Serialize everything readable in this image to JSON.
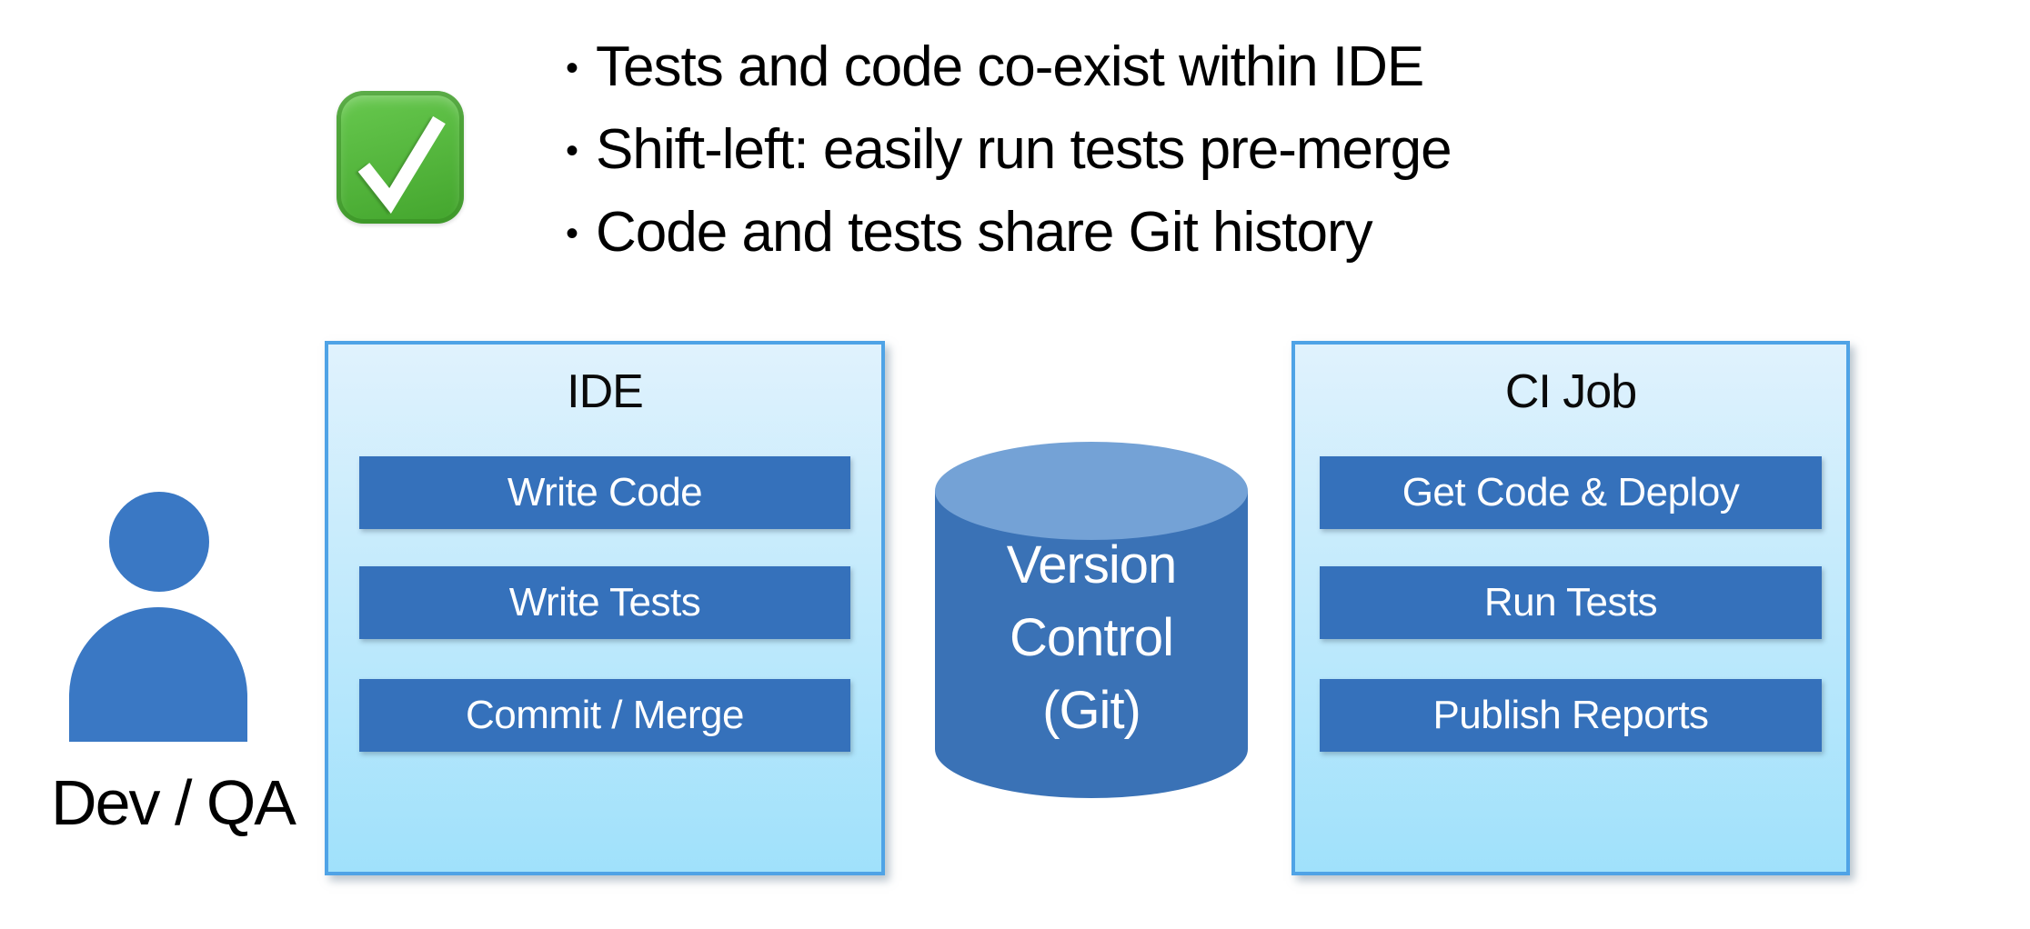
{
  "benefits": {
    "icon": "check-mark-button-emoji",
    "bullet_char": "•",
    "items": [
      "Tests and code co-exist within IDE",
      "Shift-left: easily run tests pre-merge",
      "Code and tests share Git history"
    ]
  },
  "actor": {
    "label": "Dev / QA"
  },
  "ide_panel": {
    "title": "IDE",
    "steps": [
      "Write Code",
      "Write Tests",
      "Commit / Merge"
    ]
  },
  "version_control": {
    "lines": [
      "Version",
      "Control",
      "(Git)"
    ]
  },
  "ci_panel": {
    "title": "CI Job",
    "steps": [
      "Get Code & Deploy",
      "Run Tests",
      "Publish Reports"
    ]
  },
  "colors": {
    "step_blue": "#3571BB",
    "step_text": "#FFFFFF",
    "panel_border": "#4FA3E6",
    "panel_fill_top": "#E0F2FD",
    "panel_fill_bottom": "#A0E1FB",
    "cylinder_body": "#3A72B6",
    "cylinder_top": "#74A2D6",
    "person_blue": "#3A78C4",
    "emoji_green_light": "#68C94F",
    "emoji_green_dark": "#43A52D",
    "text_black": "#000000"
  }
}
